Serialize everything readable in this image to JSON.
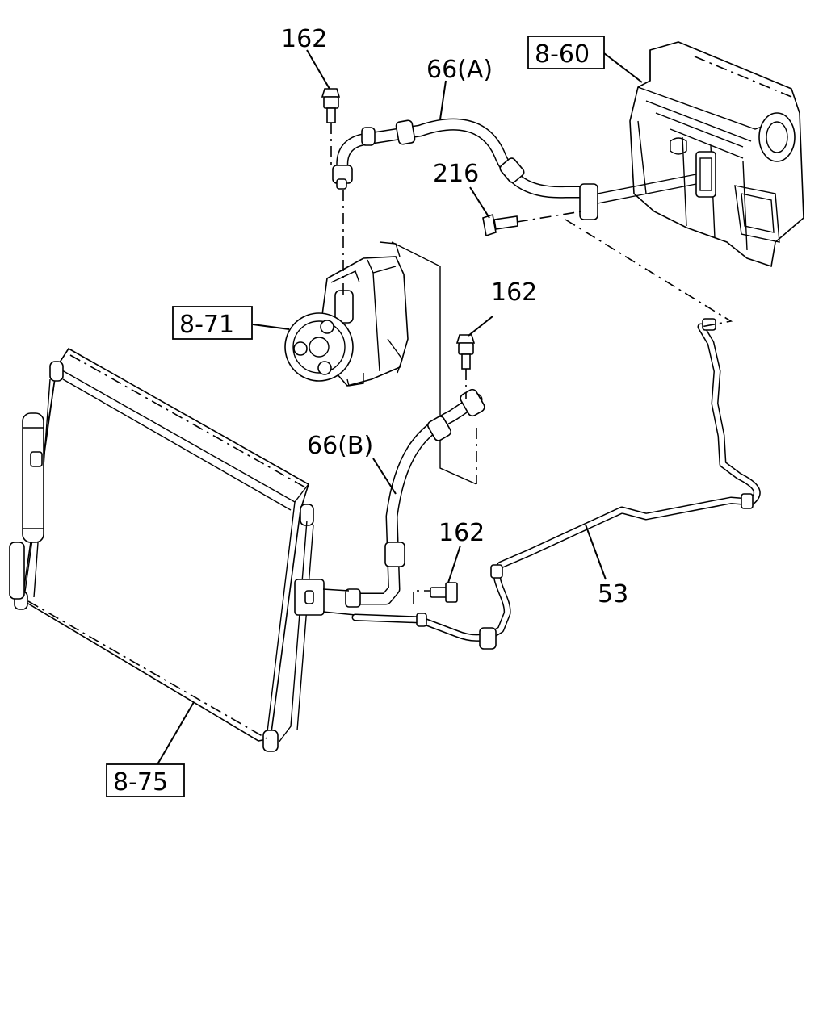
{
  "callouts": {
    "bolt_top": "162",
    "hose_a": "66(A)",
    "ref_hvac": "8-60",
    "bolt_216": "216",
    "bolt_mid": "162",
    "ref_compressor": "8-71",
    "hose_b": "66(B)",
    "bolt_low": "162",
    "pipe_53": "53",
    "ref_condenser": "8-75"
  }
}
